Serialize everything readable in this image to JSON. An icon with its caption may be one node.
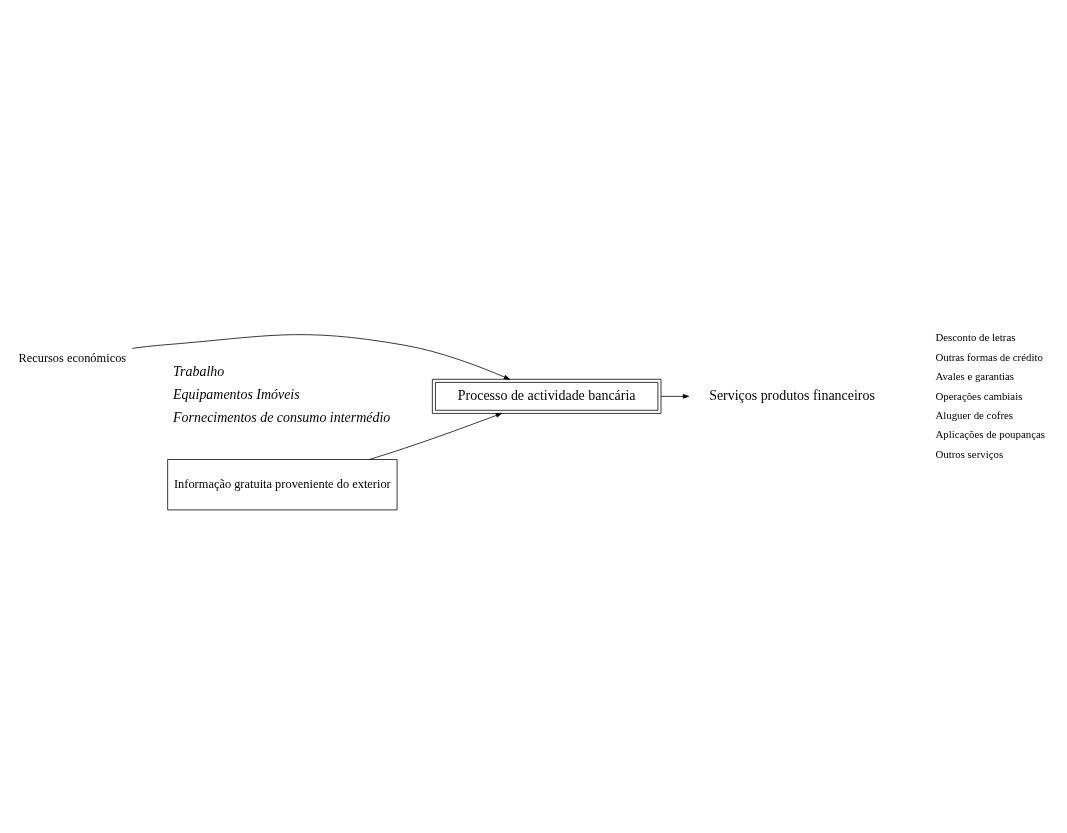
{
  "diagram": {
    "nodes": [
      {
        "text": [
          "Recursos económicos"
        ]
      },
      {
        "text": [
          "Informação gratuita proveniente do exterior"
        ]
      },
      {
        "text": [
          "Processo de actividade bancária"
        ]
      },
      {
        "text": [
          "Serviços produtos financeiros"
        ]
      }
    ],
    "edges": [
      {
        "from": 0,
        "to": 2,
        "arrow": "to"
      },
      {
        "from": 1,
        "to": 2,
        "arrow": "to"
      },
      {
        "from": 2,
        "to": 3,
        "arrow": "to"
      }
    ],
    "labels": [
      "Trabalho",
      "Equipamentos Imóveis",
      "Fornecimentos de consumo intermédio",
      "Desconto de letras",
      "Outras formas de crédito",
      "Avales e garantias",
      "Operações cambiais",
      "Aluguer de cofres",
      "Aplicações de poupanças",
      "Outros serviços"
    ]
  }
}
